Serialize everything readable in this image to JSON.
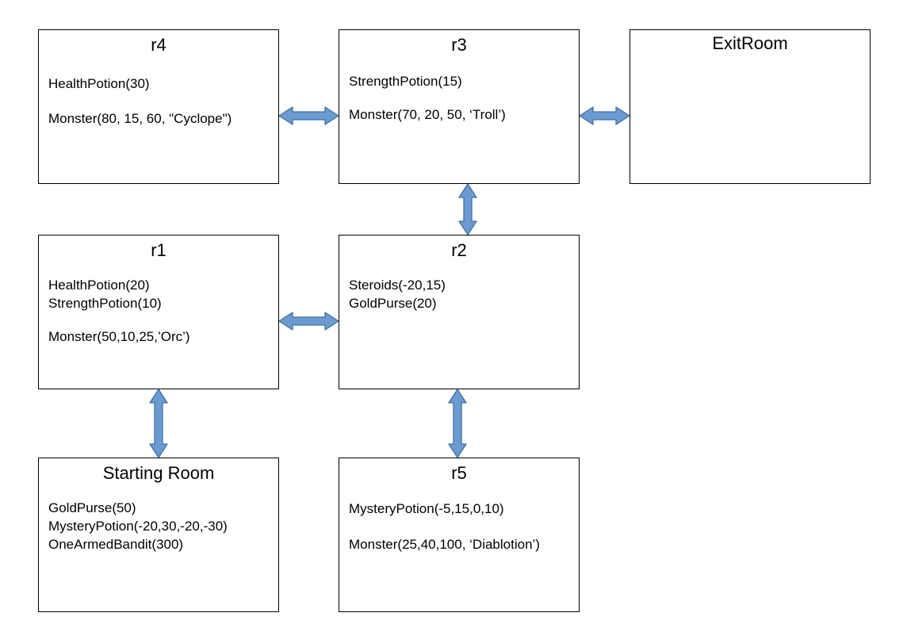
{
  "colors": {
    "arrow_fill": "#6b9bd2",
    "arrow_stroke": "#41719c",
    "box_border": "#000000",
    "background": "#ffffff"
  },
  "rooms": {
    "r4": {
      "title": "r4",
      "lines": [
        "HealthPotion(30)",
        "Monster(80, 15, 60, \"Cyclope\")"
      ]
    },
    "r3": {
      "title": "r3",
      "lines": [
        "StrengthPotion(15)",
        "Monster(70, 20, 50, ‘Troll’)"
      ]
    },
    "exit": {
      "title": "ExitRoom",
      "lines": []
    },
    "r1": {
      "title": "r1",
      "lines": [
        "HealthPotion(20)",
        "StrengthPotion(10)",
        "Monster(50,10,25,’Orc’)"
      ]
    },
    "r2": {
      "title": "r2",
      "lines": [
        "Steroids(-20,15)",
        "GoldPurse(20)"
      ]
    },
    "start": {
      "title": "Starting Room",
      "lines": [
        "GoldPurse(50)",
        "MysteryPotion(-20,30,-20,-30)",
        "OneArmedBandit(300)"
      ]
    },
    "r5": {
      "title": "r5",
      "lines": [
        "MysteryPotion(-5,15,0,10)",
        "Monster(25,40,100, ‘Diablotion’)"
      ]
    }
  },
  "connections": [
    {
      "from": "r4",
      "to": "r3",
      "type": "bidirectional"
    },
    {
      "from": "r3",
      "to": "exit",
      "type": "bidirectional"
    },
    {
      "from": "r3",
      "to": "r2",
      "type": "bidirectional"
    },
    {
      "from": "r1",
      "to": "r2",
      "type": "bidirectional"
    },
    {
      "from": "r1",
      "to": "start",
      "type": "bidirectional"
    },
    {
      "from": "r2",
      "to": "r5",
      "type": "bidirectional"
    }
  ]
}
